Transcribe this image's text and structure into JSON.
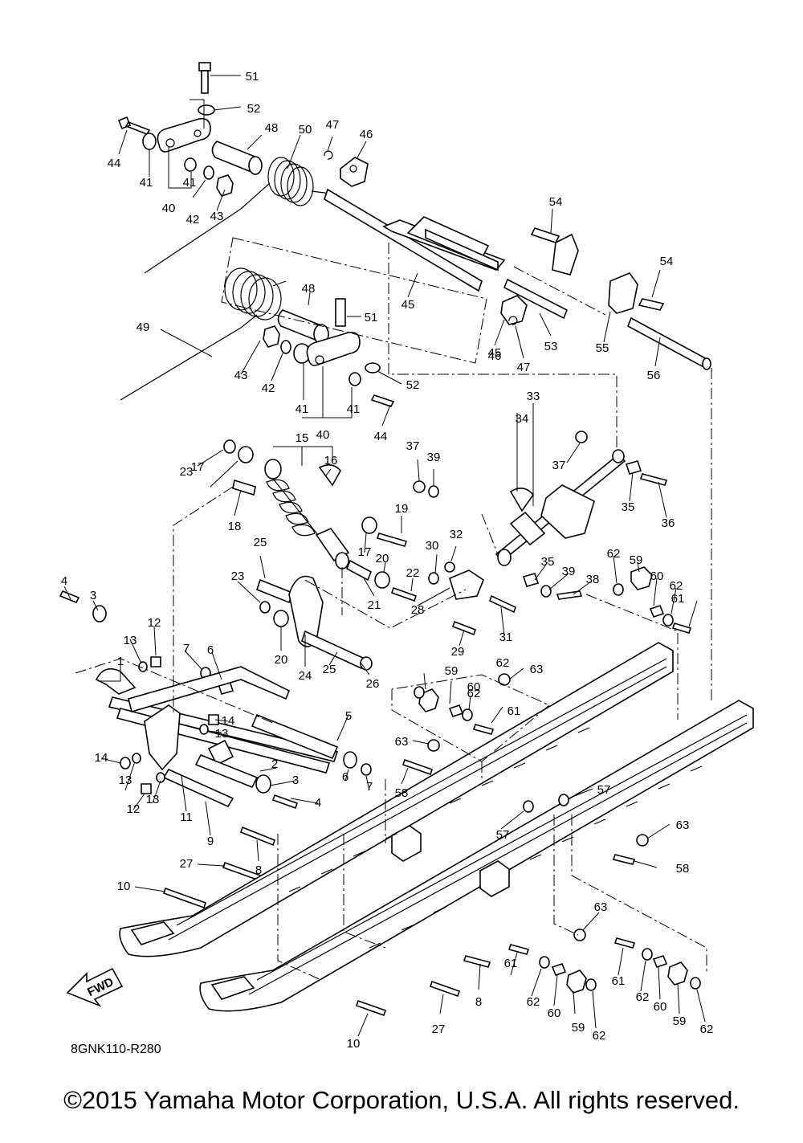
{
  "diagram_code": "8GNK110-R280",
  "copyright": "©2015 Yamaha Motor Corporation, U.S.A. All rights reserved.",
  "fwd_label": "FWD",
  "callouts": [
    "1",
    "2",
    "3",
    "3",
    "4",
    "4",
    "5",
    "6",
    "6",
    "7",
    "7",
    "8",
    "8",
    "9",
    "10",
    "10",
    "11",
    "12",
    "12",
    "13",
    "13",
    "13",
    "13",
    "14",
    "14",
    "15",
    "16",
    "17",
    "17",
    "18",
    "19",
    "20",
    "20",
    "21",
    "22",
    "23",
    "23",
    "24",
    "25",
    "25",
    "26",
    "27",
    "27",
    "28",
    "29",
    "30",
    "31",
    "32",
    "33",
    "34",
    "35",
    "35",
    "36",
    "37",
    "37",
    "38",
    "39",
    "39",
    "40",
    "40",
    "41",
    "41",
    "41",
    "41",
    "42",
    "42",
    "43",
    "43",
    "44",
    "44",
    "45",
    "45",
    "46",
    "46",
    "47",
    "47",
    "48",
    "48",
    "49",
    "50",
    "51",
    "51",
    "52",
    "52",
    "53",
    "54",
    "54",
    "55",
    "56",
    "57",
    "57",
    "58",
    "58",
    "59",
    "59",
    "59",
    "59",
    "60",
    "60",
    "60",
    "60",
    "61",
    "61",
    "61",
    "61",
    "62",
    "62",
    "62",
    "62",
    "62",
    "62",
    "62",
    "62",
    "63",
    "63",
    "63",
    "63",
    "63"
  ]
}
